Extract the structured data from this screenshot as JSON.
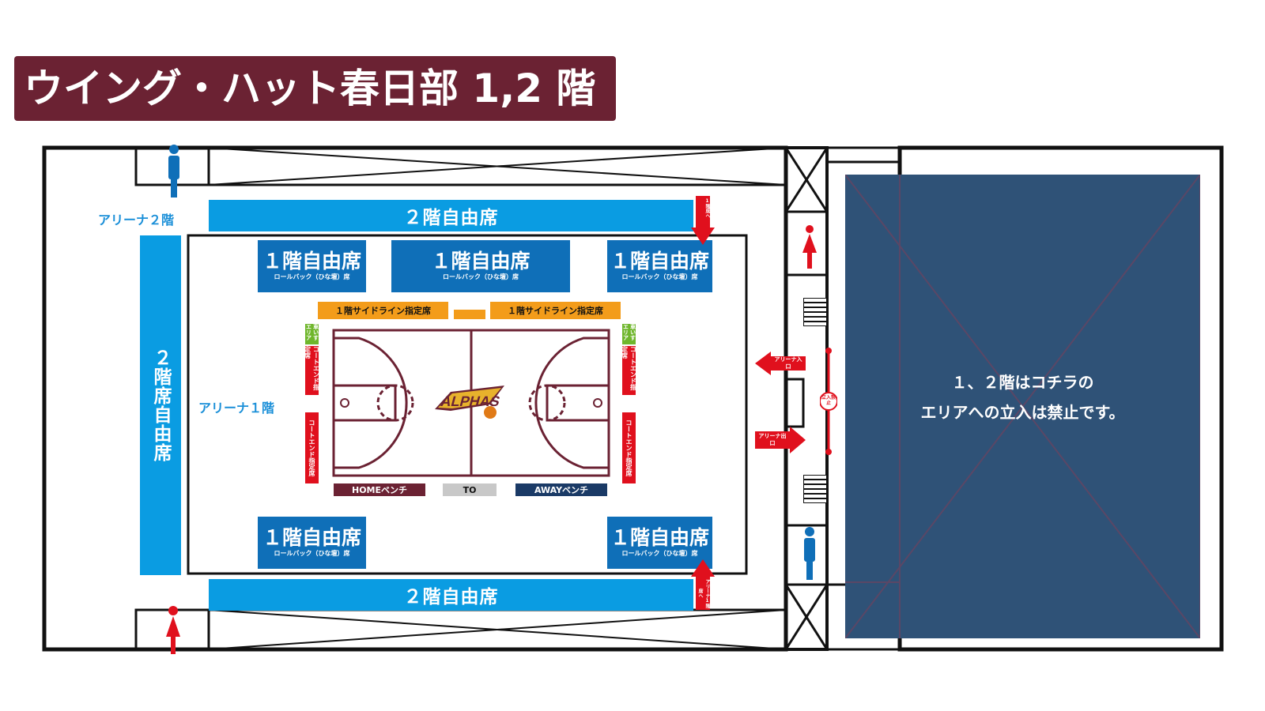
{
  "title": "ウイング・ハット春日部 1,2 階",
  "labels": {
    "arena2": "アリーナ２階",
    "arena1": "アリーナ１階"
  },
  "seats": {
    "floor2_free": "２階自由席",
    "floor2_free_vertical": "２階席自由席",
    "floor1_free": "１階自由席",
    "rollback": "ロールバック（ひな壇）席",
    "sideline": "１階サイドライン指定席",
    "courtend": "コートエンド指定席",
    "wheelchair": "車いすエリア"
  },
  "benches": {
    "home": "HOMEベンチ",
    "to": "TO",
    "away": "AWAYベンチ"
  },
  "arrows": {
    "to_floor1": "1階席へ",
    "to_arena_floor1": "アリーナ1階席へ",
    "arena_entrance": "アリーナ入口",
    "arena_exit": "アリーナ出口",
    "no_entry": "立入禁止"
  },
  "notice": {
    "line1": "１、２階はコチラの",
    "line2": "エリアへの立入は禁止です。"
  },
  "logo_text": "ALPHAS",
  "colors": {
    "title_bg": "#6b2233",
    "seat_blue": "#0a9ce2",
    "seat_dark_blue": "#0f6fb8",
    "sideline_orange": "#f39c1a",
    "courtend_red": "#e0101d",
    "wheelchair_green": "#6fb62c",
    "home_bench": "#6b2233",
    "to_bench": "#c8c8c8",
    "away_bench": "#1a3a66",
    "restricted_area": "#2f5277",
    "court_line": "#6b2233"
  },
  "icons": [
    "male-restroom-icon",
    "female-restroom-icon",
    "stairs-icon",
    "arrow-icon"
  ]
}
